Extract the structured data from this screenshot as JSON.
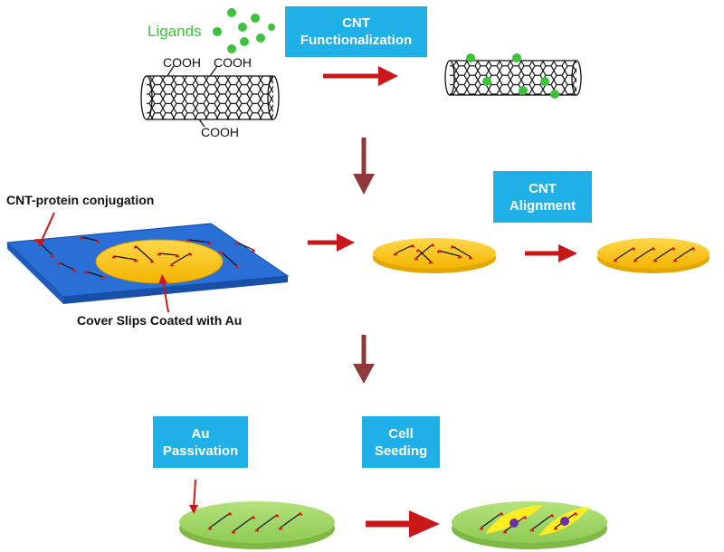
{
  "labels": {
    "ligands": "Ligands",
    "cooh": "COOH",
    "cnt_protein_conjugation": "CNT-protein conjugation",
    "cover_slips": "Cover Slips Coated with Au"
  },
  "steps": {
    "functionalization": {
      "line1": "CNT",
      "line2": "Functionalization"
    },
    "alignment": {
      "line1": "CNT",
      "line2": "Alignment"
    },
    "passivation": {
      "line1": "Au",
      "line2": "Passivation"
    },
    "seeding": {
      "line1": "Cell",
      "line2": "Seeding"
    }
  },
  "colors": {
    "step_box": "#1fb0e8",
    "arrow_red": "#c8181a",
    "arrow_dark": "#8e3a3a",
    "ligand_green": "#39c43a",
    "gold": "#f7c21d",
    "passivated_green": "#a3d86a",
    "coverslip_blue": "#2a6fd6",
    "cell_yellow": "#ffee22",
    "nucleus_purple": "#6b2fa8",
    "protein_red": "#d81a1a"
  }
}
